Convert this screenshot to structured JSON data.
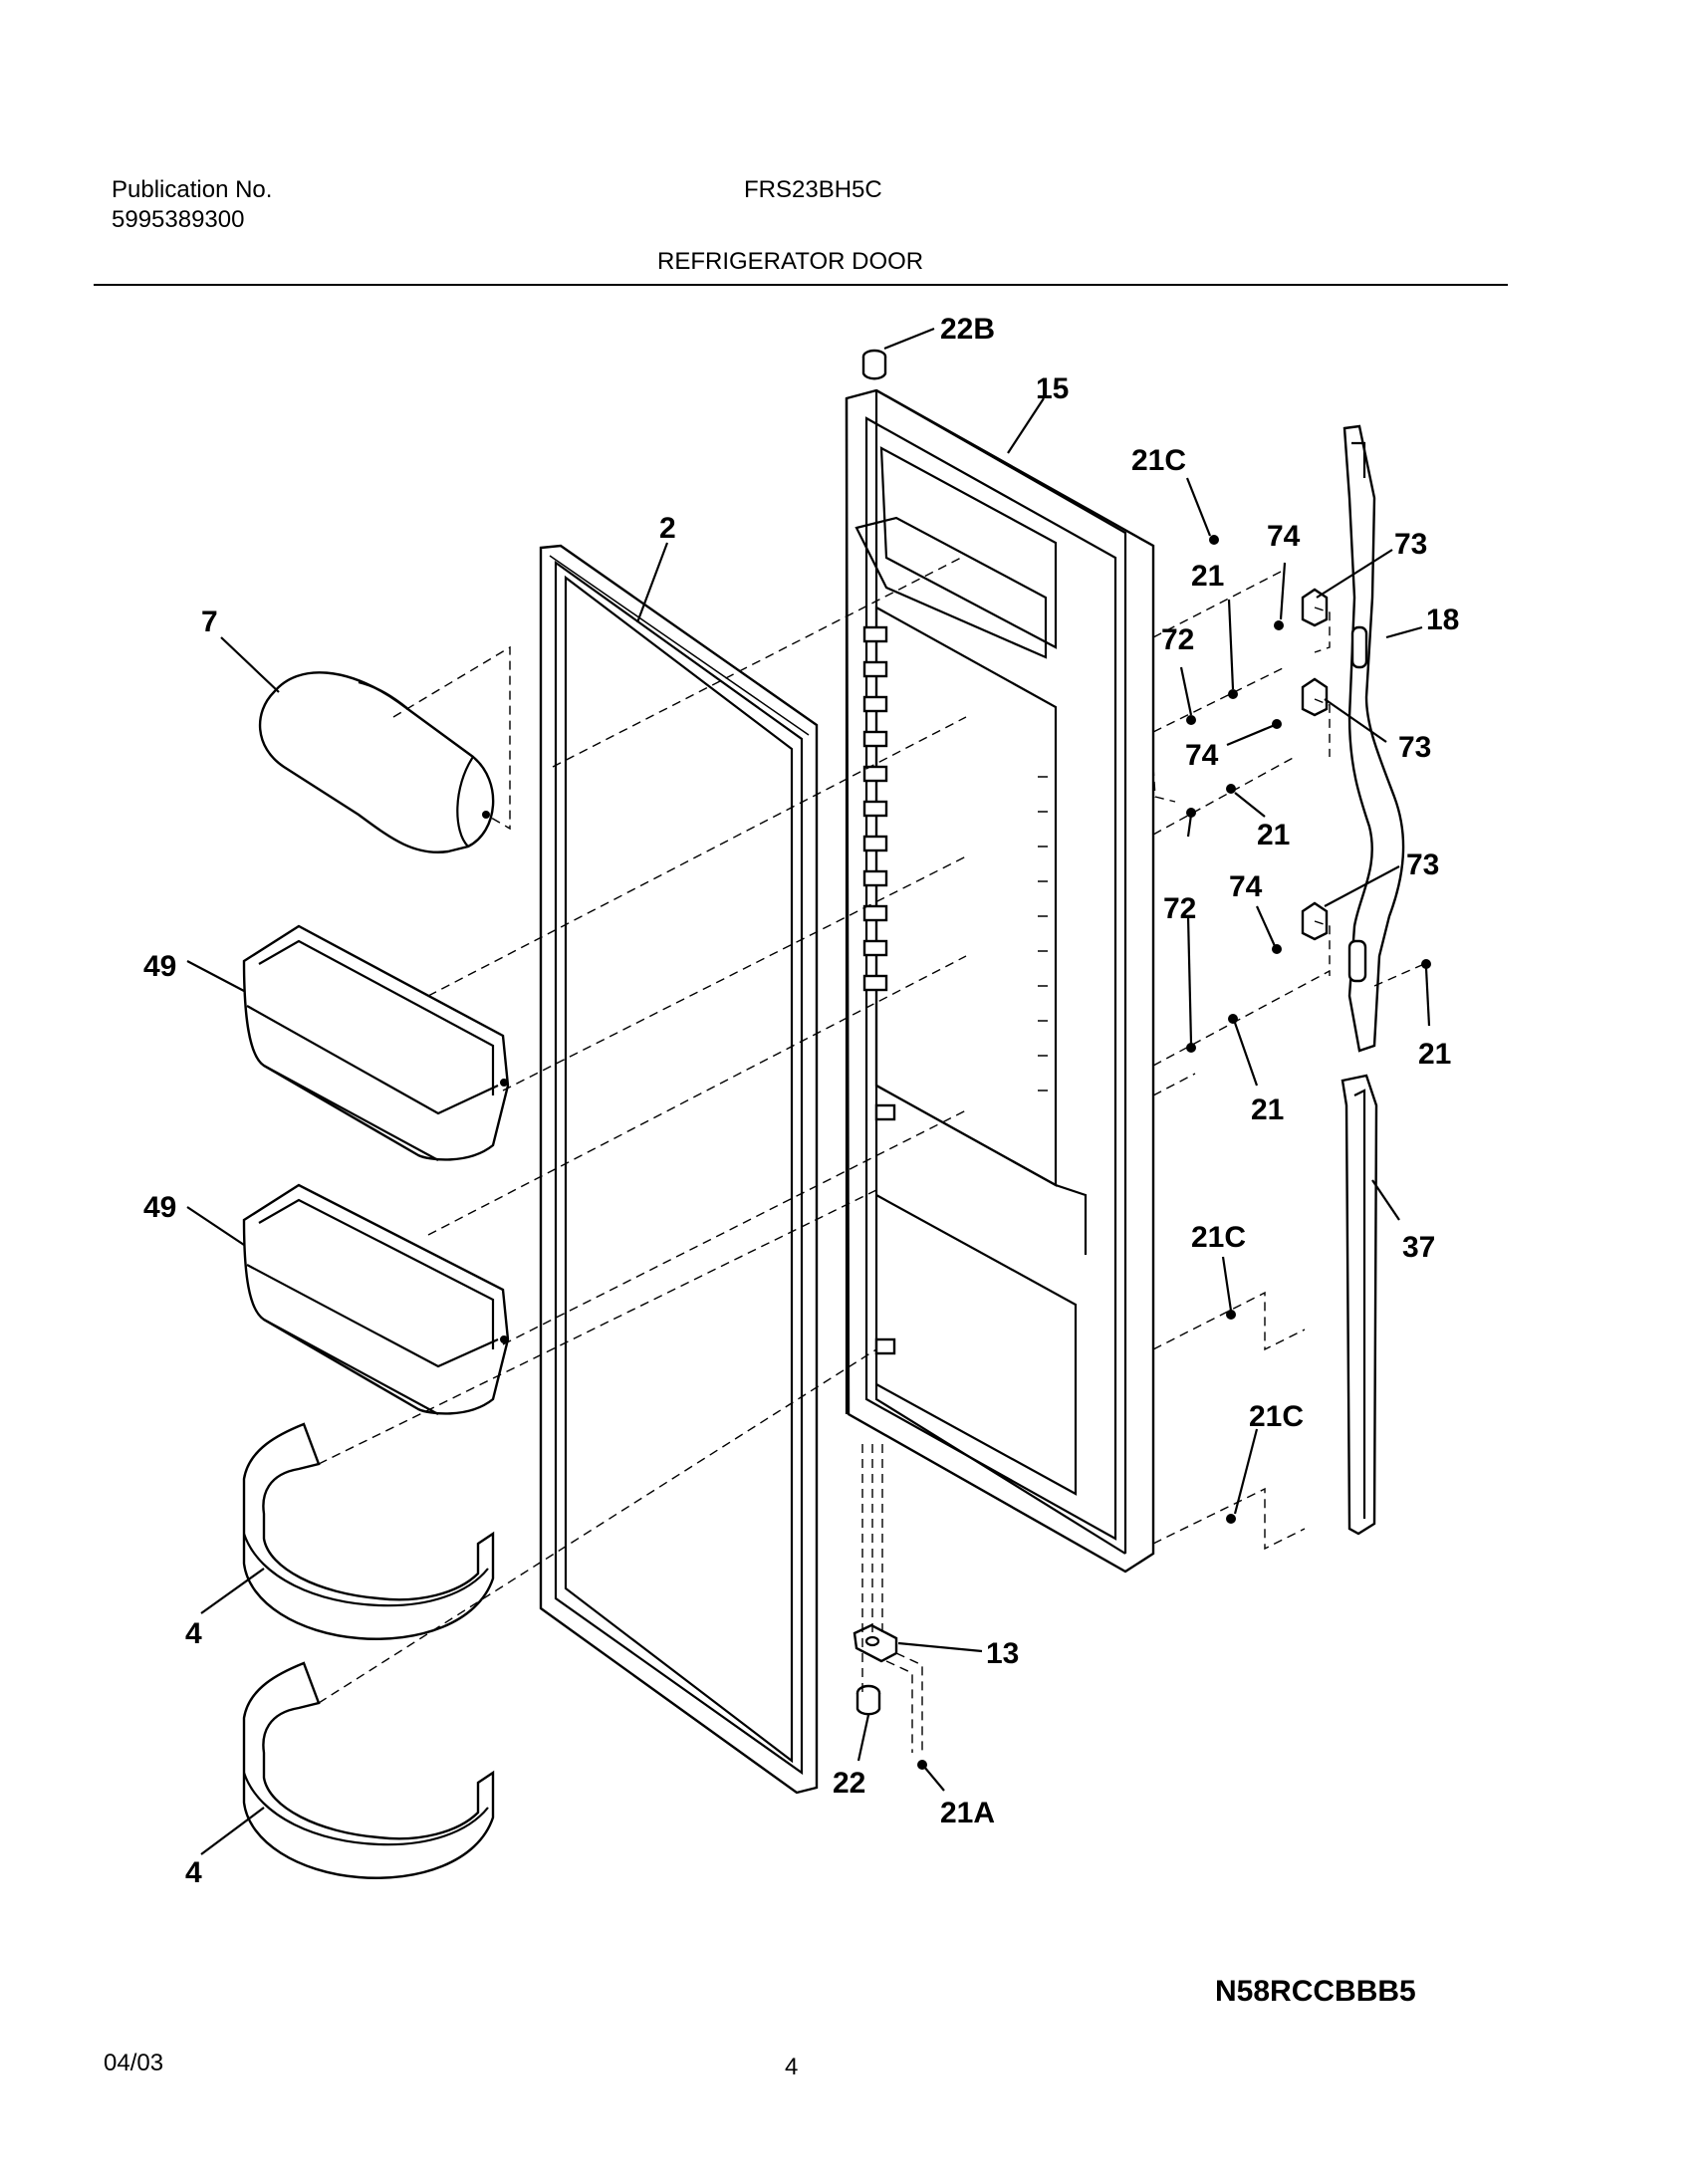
{
  "header": {
    "publication_label": "Publication No.",
    "publication_number": "5995389300",
    "model": "FRS23BH5C",
    "section_title": "REFRIGERATOR DOOR"
  },
  "callouts": {
    "c22B": "22B",
    "c15": "15",
    "c21C_top": "21C",
    "c2": "2",
    "c74_a": "74",
    "c73_a": "73",
    "c7": "7",
    "c21_a": "21",
    "c18": "18",
    "c72_a": "72",
    "c74_b": "74",
    "c73_b": "73",
    "c21_b": "21",
    "c74_c": "74",
    "c73_c": "73",
    "c72_b": "72",
    "c49_a": "49",
    "c21_c": "21",
    "c21_d": "21",
    "c49_b": "49",
    "c21C_mid": "21C",
    "c37": "37",
    "c21C_low": "21C",
    "c4_a": "4",
    "c13": "13",
    "c22": "22",
    "c21A": "21A",
    "c4_b": "4"
  },
  "footer": {
    "diagram_code": "N58RCCBBB5",
    "date": "04/03",
    "page_number": "4"
  }
}
